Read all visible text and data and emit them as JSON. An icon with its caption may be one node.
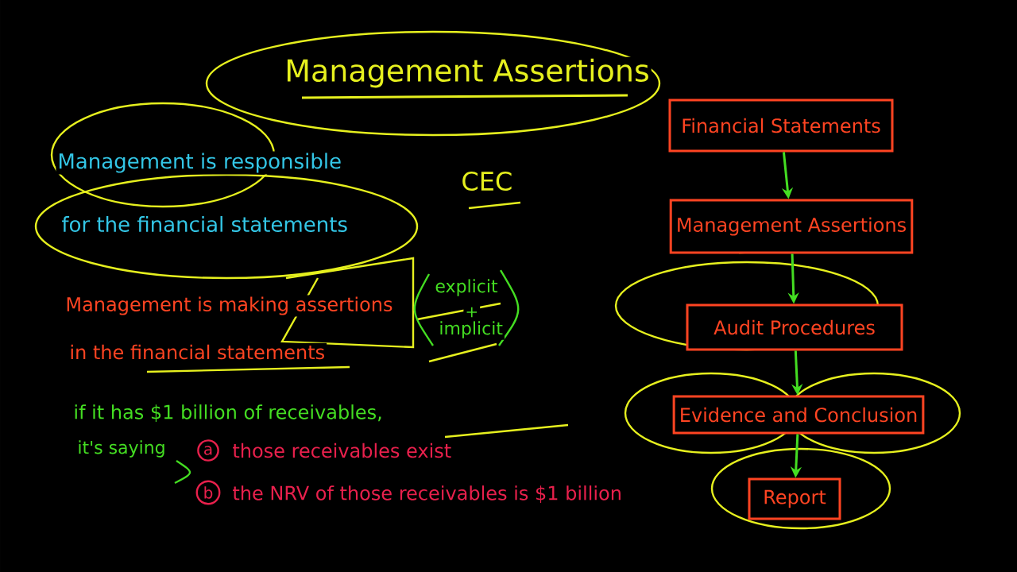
{
  "diagram": {
    "title": "Management Assertions",
    "nodes": [
      {
        "text": [
          "Financial Statements"
        ]
      },
      {
        "text": [
          "Management Assertions"
        ]
      },
      {
        "text": [
          "Audit Procedures"
        ]
      },
      {
        "text": [
          "Evidence and Conclusion"
        ]
      },
      {
        "text": [
          "Report"
        ]
      }
    ],
    "edges": [
      {
        "from": 0,
        "to": 1,
        "arrow": "to"
      },
      {
        "from": 1,
        "to": 2,
        "arrow": "to"
      },
      {
        "from": 2,
        "to": 3,
        "arrow": "to"
      },
      {
        "from": 3,
        "to": 4,
        "arrow": "to"
      }
    ],
    "labels": [
      "Management is responsible",
      "for the financial statements",
      "CEC",
      "Management is making assertions",
      "in the financial statements",
      "explicit",
      "+",
      "implicit",
      "if it has $1 billion of receivables,",
      "it's saying",
      "a",
      "those receivables exist",
      "b",
      "the NRV of those receivables is $1 billion"
    ]
  }
}
